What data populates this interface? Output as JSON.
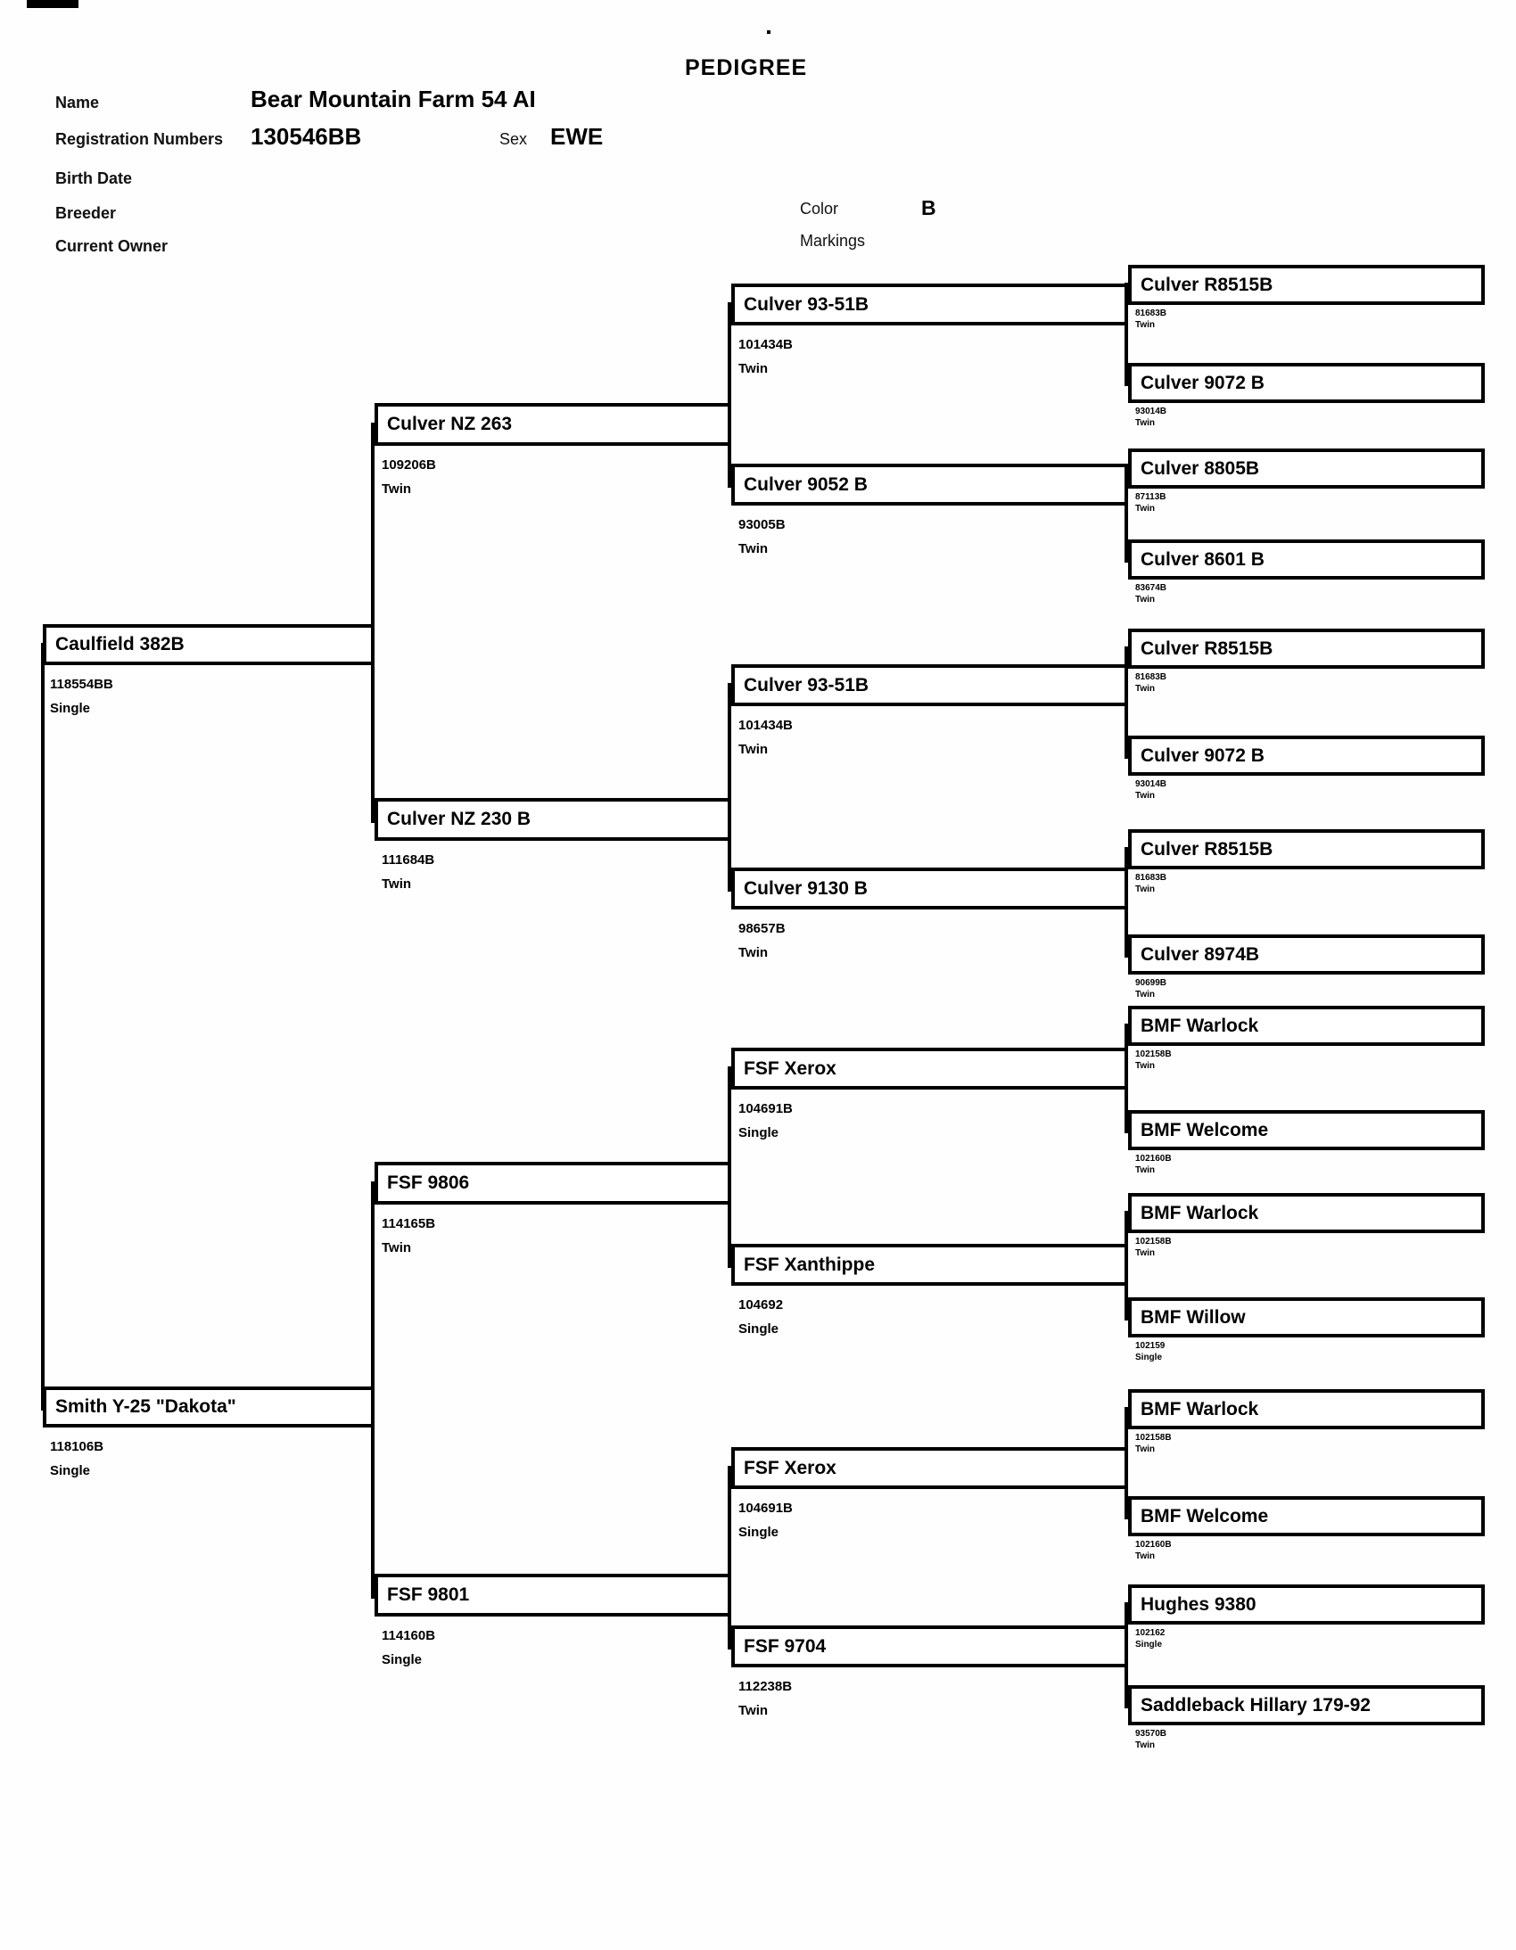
{
  "page": {
    "title": "PEDIGREE"
  },
  "header": {
    "name_label": "Name",
    "name_value": "Bear Mountain Farm 54 AI",
    "reg_label": "Registration Numbers",
    "reg_value": "130546BB",
    "sex_label": "Sex",
    "sex_value": "EWE",
    "birthdate_label": "Birth Date",
    "breeder_label": "Breeder",
    "owner_label": "Current Owner",
    "color_label": "Color",
    "color_value": "B",
    "markings_label": "Markings"
  },
  "tree": {
    "nodes": [
      {
        "generation": 1,
        "role": "sire",
        "name": "Caulfield 382B",
        "reg": "118554BB",
        "birth_type": "Single"
      },
      {
        "generation": 1,
        "role": "dam",
        "name": "Smith Y-25 \"Dakota\"",
        "reg": "118106B",
        "birth_type": "Single"
      },
      {
        "generation": 2,
        "role": "sire",
        "name": "Culver NZ 263",
        "reg": "109206B",
        "birth_type": "Twin"
      },
      {
        "generation": 2,
        "role": "dam",
        "name": "Culver NZ 230 B",
        "reg": "111684B",
        "birth_type": "Twin"
      },
      {
        "generation": 2,
        "role": "sire",
        "name": "FSF 9806",
        "reg": "114165B",
        "birth_type": "Twin"
      },
      {
        "generation": 2,
        "role": "dam",
        "name": "FSF 9801",
        "reg": "114160B",
        "birth_type": "Single"
      },
      {
        "generation": 3,
        "role": "sire",
        "name": "Culver 93-51B",
        "reg": "101434B",
        "birth_type": "Twin"
      },
      {
        "generation": 3,
        "role": "dam",
        "name": "Culver 9052 B",
        "reg": "93005B",
        "birth_type": "Twin"
      },
      {
        "generation": 3,
        "role": "sire",
        "name": "Culver 93-51B",
        "reg": "101434B",
        "birth_type": "Twin"
      },
      {
        "generation": 3,
        "role": "dam",
        "name": "Culver 9130 B",
        "reg": "98657B",
        "birth_type": "Twin"
      },
      {
        "generation": 3,
        "role": "sire",
        "name": "FSF Xerox",
        "reg": "104691B",
        "birth_type": "Single"
      },
      {
        "generation": 3,
        "role": "dam",
        "name": "FSF Xanthippe",
        "reg": "104692",
        "birth_type": "Single"
      },
      {
        "generation": 3,
        "role": "sire",
        "name": "FSF Xerox",
        "reg": "104691B",
        "birth_type": "Single"
      },
      {
        "generation": 3,
        "role": "dam",
        "name": "FSF 9704",
        "reg": "112238B",
        "birth_type": "Twin"
      },
      {
        "generation": 4,
        "role": "sire",
        "name": "Culver R8515B",
        "reg": "81683B",
        "birth_type": "Twin"
      },
      {
        "generation": 4,
        "role": "dam",
        "name": "Culver 9072 B",
        "reg": "93014B",
        "birth_type": "Twin"
      },
      {
        "generation": 4,
        "role": "sire",
        "name": "Culver 8805B",
        "reg": "87113B",
        "birth_type": "Twin"
      },
      {
        "generation": 4,
        "role": "dam",
        "name": "Culver 8601 B",
        "reg": "83674B",
        "birth_type": "Twin"
      },
      {
        "generation": 4,
        "role": "sire",
        "name": "Culver R8515B",
        "reg": "81683B",
        "birth_type": "Twin"
      },
      {
        "generation": 4,
        "role": "dam",
        "name": "Culver 9072 B",
        "reg": "93014B",
        "birth_type": "Twin"
      },
      {
        "generation": 4,
        "role": "sire",
        "name": "Culver R8515B",
        "reg": "81683B",
        "birth_type": "Twin"
      },
      {
        "generation": 4,
        "role": "dam",
        "name": "Culver 8974B",
        "reg": "90699B",
        "birth_type": "Twin"
      },
      {
        "generation": 4,
        "role": "sire",
        "name": "BMF Warlock",
        "reg": "102158B",
        "birth_type": "Twin"
      },
      {
        "generation": 4,
        "role": "dam",
        "name": "BMF Welcome",
        "reg": "102160B",
        "birth_type": "Twin"
      },
      {
        "generation": 4,
        "role": "sire",
        "name": "BMF Warlock",
        "reg": "102158B",
        "birth_type": "Twin"
      },
      {
        "generation": 4,
        "role": "dam",
        "name": "BMF Willow",
        "reg": "102159",
        "birth_type": "Single"
      },
      {
        "generation": 4,
        "role": "sire",
        "name": "BMF Warlock",
        "reg": "102158B",
        "birth_type": "Twin"
      },
      {
        "generation": 4,
        "role": "dam",
        "name": "BMF Welcome",
        "reg": "102160B",
        "birth_type": "Twin"
      },
      {
        "generation": 4,
        "role": "sire",
        "name": "Hughes 9380",
        "reg": "102162",
        "birth_type": "Single"
      },
      {
        "generation": 4,
        "role": "dam",
        "name": "Saddleback Hillary 179-92",
        "reg": "93570B",
        "birth_type": "Twin"
      }
    ]
  }
}
